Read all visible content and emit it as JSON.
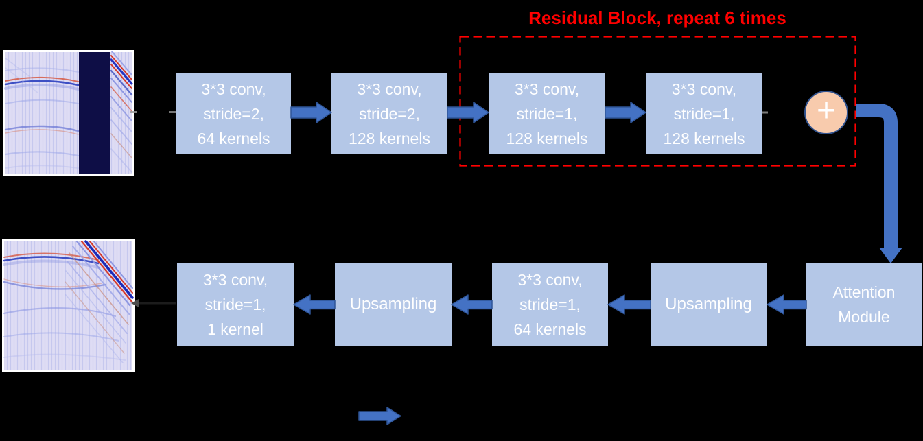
{
  "diagram": {
    "residual_block_label": "Residual Block, repeat 6 times",
    "plus_operator": "+",
    "encoder": {
      "conv_s2_64": "3*3 conv,\nstride=2,\n64 kernels",
      "conv_s2_128": "3*3 conv,\nstride=2,\n128 kernels"
    },
    "residual_block": {
      "conv_s1_128_a": "3*3 conv,\nstride=1,\n128 kernels",
      "conv_s1_128_b": "3*3 conv,\nstride=1,\n128 kernels"
    },
    "decoder": {
      "attention_module": "Attention\nModule",
      "upsampling_right": "Upsampling",
      "conv_s1_64": "3*3 conv,\nstride=1,\n64 kernels",
      "upsampling_left": "Upsampling",
      "conv_s1_1": "3*3 conv,\nstride=1,\n1 kernel"
    },
    "images": {
      "input": "seismic-section-with-missing-trace-gap",
      "output": "reconstructed-seismic-section"
    },
    "colors": {
      "background": "#000000",
      "box_fill": "#b4c7e7",
      "box_text": "#ffffff",
      "arrow_blue": "#4472c4",
      "arrow_border": "#2f5597",
      "residual_red": "#ff0000",
      "plus_fill": "#f8cbad",
      "plus_border": "#31538f",
      "mask_band": "#0e0e46"
    }
  }
}
